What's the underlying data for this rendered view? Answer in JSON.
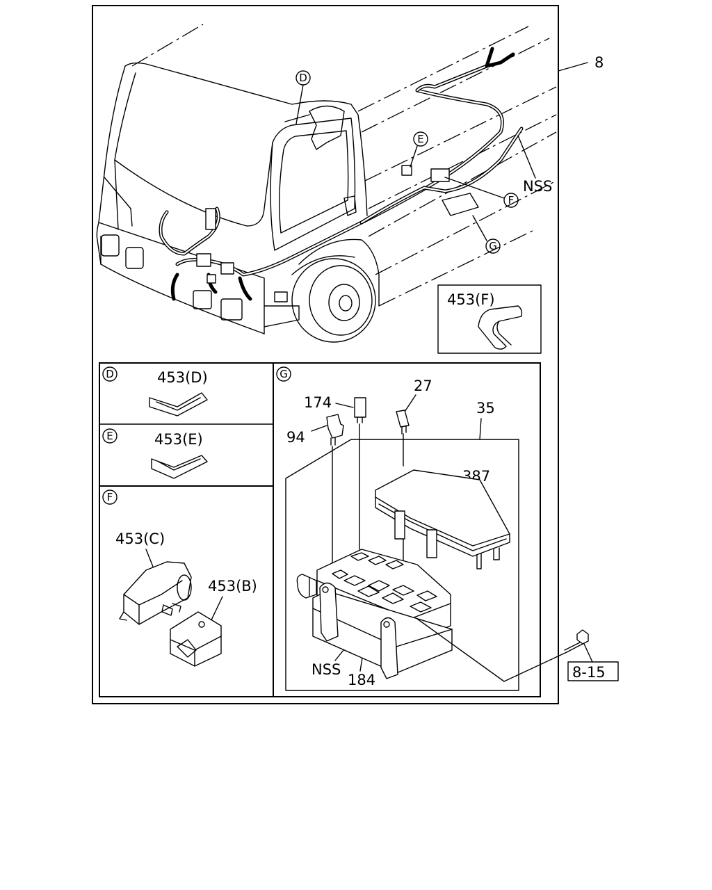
{
  "callouts": {
    "main_ref": "8",
    "D": "D",
    "E": "E",
    "F": "F",
    "G": "G",
    "nss_top": "NSS"
  },
  "panel_inset_f": {
    "label": "453(F)"
  },
  "panel_d": {
    "letter": "D",
    "label": "453(D)"
  },
  "panel_e": {
    "letter": "E",
    "label": "453(E)"
  },
  "panel_f": {
    "letter": "F",
    "label_c": "453(C)",
    "label_b": "453(B)"
  },
  "panel_g": {
    "letter": "G",
    "p174": "174",
    "p27": "27",
    "p94": "94",
    "p35": "35",
    "p387": "387",
    "nss": "NSS",
    "p184": "184",
    "ref_8_15": "8-15"
  }
}
